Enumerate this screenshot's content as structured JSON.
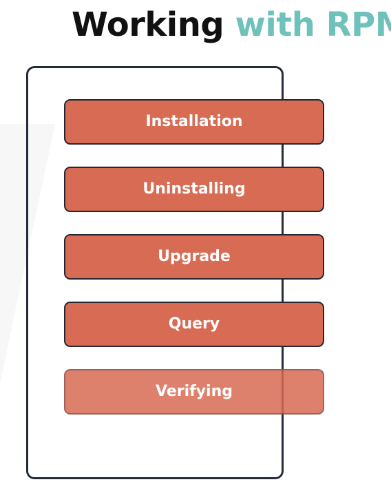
{
  "title": {
    "part1": "Working",
    "part2": "with RPM"
  },
  "colors": {
    "title_dark": "#111111",
    "title_accent": "#6fc1bb",
    "step_fill": "#d76b53",
    "outline": "#252b38"
  },
  "steps": [
    {
      "label": "Installation"
    },
    {
      "label": "Uninstalling"
    },
    {
      "label": "Upgrade"
    },
    {
      "label": "Query"
    },
    {
      "label": "Verifying"
    }
  ]
}
